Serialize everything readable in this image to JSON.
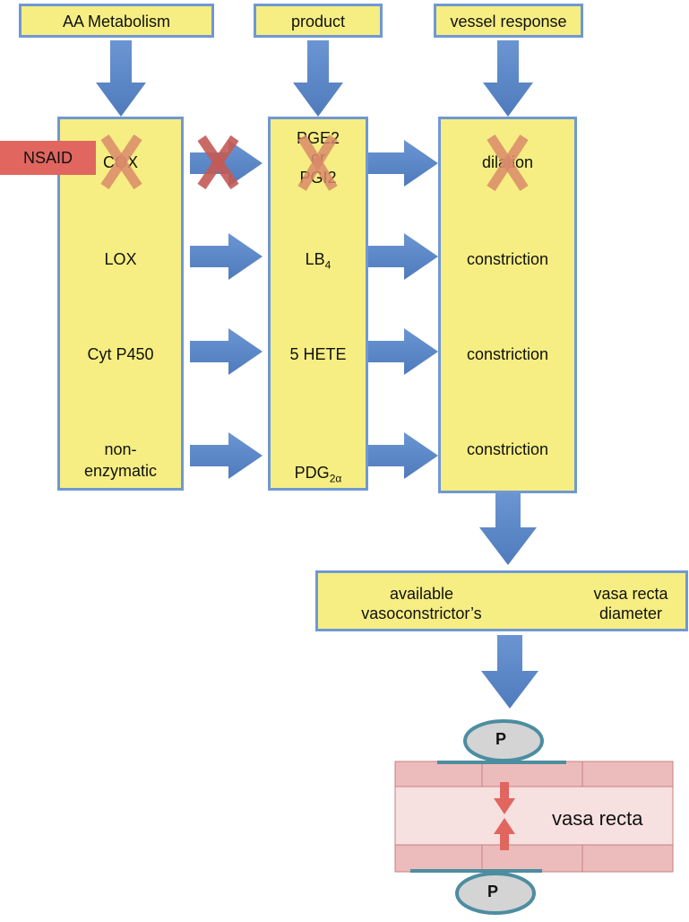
{
  "headers": {
    "metabolism": "AA Metabolism",
    "product": "product",
    "response": "vessel response"
  },
  "inhibitor": "NSAID",
  "pathways": [
    {
      "enzyme": "COX",
      "product": "PGE2\nor\nPGI2",
      "response": "dilation",
      "blocked": true
    },
    {
      "enzyme": "LOX",
      "product_main": "LB",
      "product_sub": "4",
      "response": "constriction",
      "blocked": false
    },
    {
      "enzyme": "Cyt P450",
      "product": "5 HETE",
      "response": "constriction",
      "blocked": false
    },
    {
      "enzyme_line1": "non-",
      "enzyme_line2": "enzymatic",
      "product_main": "PDG",
      "product_sub": "2α",
      "response": "constriction",
      "blocked": false
    }
  ],
  "summary": {
    "left": "available\nvasoconstrictor’s",
    "right": "vasa recta\ndiameter"
  },
  "vessel": {
    "label": "vasa recta",
    "pressure_top": "P",
    "pressure_bottom": "P"
  },
  "colors": {
    "box_fill": "#f6ee82",
    "box_border": "#6f98d3",
    "arrow": "#5b86c6",
    "cross": "#d98a6a",
    "nsaid": "#e0665f",
    "vessel_wall": "#ecbcbc",
    "vessel_lumen": "#f7e0e0"
  }
}
